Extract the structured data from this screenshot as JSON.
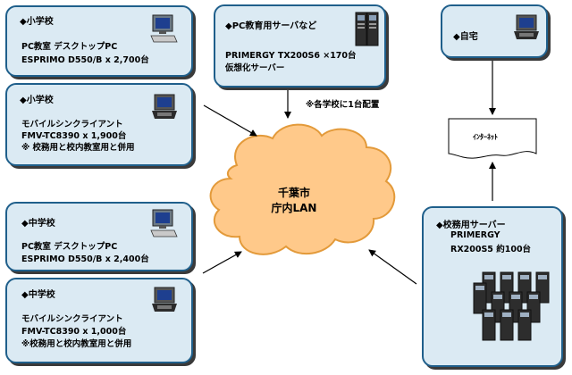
{
  "boxes": {
    "elem_pc": {
      "title": "◆小学校",
      "line1": "PC教室 デスクトップPC",
      "line2": "ESPRIMO D550/B x 2,700台"
    },
    "elem_mobile": {
      "title": "◆小学校",
      "line1": "モバイルシンクライアント",
      "line2": "FMV-TC8390 x 1,900台",
      "line3": "※ 校務用と校内教室用と併用"
    },
    "server": {
      "title": "◆PC教育用サーバなど",
      "line1": "PRIMERGY TX200S6 ×170台",
      "line2": "仮想化サーバー"
    },
    "home": {
      "title": "◆自宅"
    },
    "middle_pc": {
      "title": "◆中学校",
      "line1": "PC教室 デスクトップPC",
      "line2": "ESPRIMO D550/B x 2,400台"
    },
    "middle_mobile": {
      "title": "◆中学校",
      "line1": "モバイルシンクライアント",
      "line2": "FMV-TC8390 x 1,000台",
      "line3": "※校務用と校内教室用と併用"
    },
    "admin_server": {
      "title": "◆校務用サーバー",
      "line1": "PRIMERGY",
      "line2": "RX200S5 約100台"
    }
  },
  "cloud": {
    "line1": "千葉市",
    "line2": "庁内LAN"
  },
  "note": "※各学校に1台配置",
  "internet_label": "ｲﾝﾀｰﾈｯﾄ",
  "colors": {
    "box_fill": "#dbeaf3",
    "box_border": "#1f5f8b",
    "cloud_fill": "#ffc98a",
    "cloud_border": "#e39a3a"
  }
}
